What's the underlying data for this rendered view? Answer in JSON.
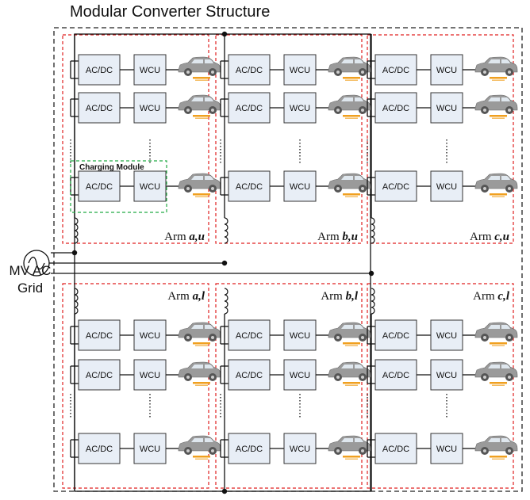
{
  "title": "Modular Converter Structure",
  "grid_label": {
    "line1": "MV AC",
    "line2": "Grid"
  },
  "charging_module_label": "Charging Module",
  "block_labels": {
    "converter": "AC/DC",
    "wcu": "WCU"
  },
  "arms": [
    {
      "prefix": "Arm ",
      "var": "a,u"
    },
    {
      "prefix": "Arm ",
      "var": "b,u"
    },
    {
      "prefix": "Arm ",
      "var": "c,u"
    },
    {
      "prefix": "Arm ",
      "var": "a,l"
    },
    {
      "prefix": "Arm ",
      "var": "b,l"
    },
    {
      "prefix": "Arm ",
      "var": "c,l"
    }
  ],
  "colors": {
    "arm_border": "#e02020",
    "module_border": "#22aa44",
    "block_fill": "#e8eef6",
    "car_body": "#9a9a9a",
    "charge_pad": "#f0a020"
  }
}
